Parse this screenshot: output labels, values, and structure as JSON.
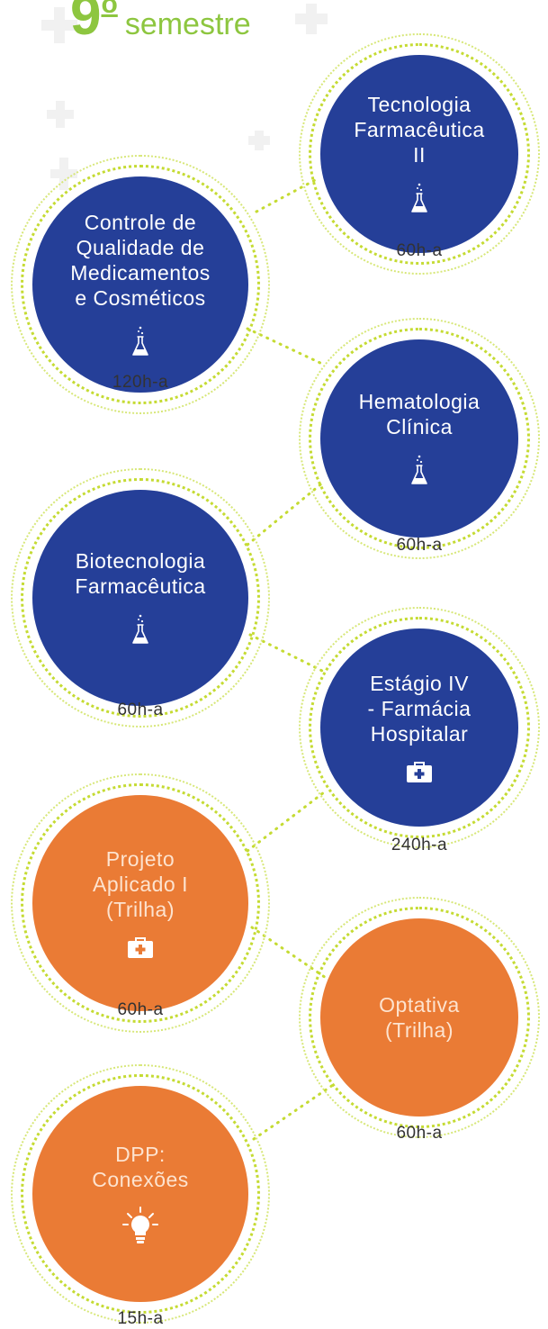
{
  "header": {
    "number": "9",
    "ordinal": "o",
    "word": "semestre"
  },
  "courses": [
    {
      "title_lines": [
        "Tecnologia",
        "Farmacêutica",
        "II"
      ],
      "hours": "60h-a",
      "icon": "flask-icon",
      "color": "blue"
    },
    {
      "title_lines": [
        "Controle de",
        "Qualidade de",
        "Medicamentos",
        "e Cosméticos"
      ],
      "hours": "120h-a",
      "icon": "flask-icon",
      "color": "blue"
    },
    {
      "title_lines": [
        "Hematologia",
        "Clínica"
      ],
      "hours": "60h-a",
      "icon": "flask-icon",
      "color": "blue"
    },
    {
      "title_lines": [
        "Biotecnologia",
        "Farmacêutica"
      ],
      "hours": "60h-a",
      "icon": "flask-icon",
      "color": "blue"
    },
    {
      "title_lines": [
        "Estágio IV",
        "- Farmácia",
        "Hospitalar"
      ],
      "hours": "240h-a",
      "icon": "medical-kit-icon",
      "color": "blue"
    },
    {
      "title_lines": [
        "Projeto",
        "Aplicado I",
        "(Trilha)"
      ],
      "hours": "60h-a",
      "icon": "medical-kit-icon",
      "color": "orange"
    },
    {
      "title_lines": [
        "Optativa",
        "(Trilha)"
      ],
      "hours": "60h-a",
      "icon": "",
      "color": "orange"
    },
    {
      "title_lines": [
        "DPP:",
        "Conexões"
      ],
      "hours": "15h-a",
      "icon": "lightbulb-icon",
      "color": "orange"
    }
  ],
  "colors": {
    "blue_disc": "#253f98",
    "orange_disc": "#ea7b35",
    "accent_green": "#8dc63f",
    "dotted_ring": "#c5db33"
  }
}
